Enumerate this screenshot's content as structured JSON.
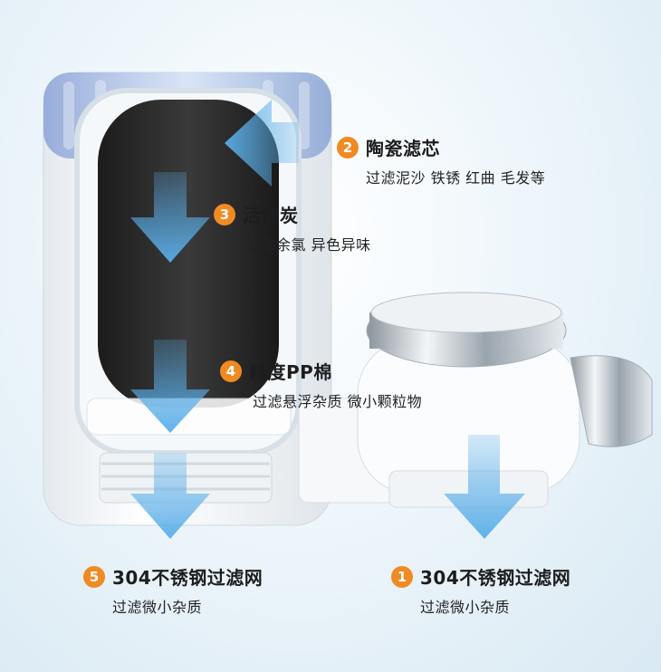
{
  "colors": {
    "badge": "#f08a22",
    "arrow": "#5aaee8",
    "filter_body": "#ffffff",
    "carbon_core": "#2b2b2b",
    "chrome": "#c9d2da"
  },
  "labels": [
    {
      "id": "ceramic",
      "num": "2",
      "title": "陶瓷滤芯",
      "desc": "过滤泥沙 铁锈 红曲 毛发等"
    },
    {
      "id": "carbon",
      "num": "3",
      "title": "活性炭",
      "desc": "滤除余氯 异色异味"
    },
    {
      "id": "pp",
      "num": "4",
      "title": "精度PP棉",
      "desc": "过滤悬浮杂质 微小颗粒物"
    },
    {
      "id": "mesh-left",
      "num": "5",
      "title": "304不锈钢过滤网",
      "desc": "过滤微小杂质"
    },
    {
      "id": "mesh-right",
      "num": "1",
      "title": "304不锈钢过滤网",
      "desc": "过滤微小杂质"
    }
  ]
}
